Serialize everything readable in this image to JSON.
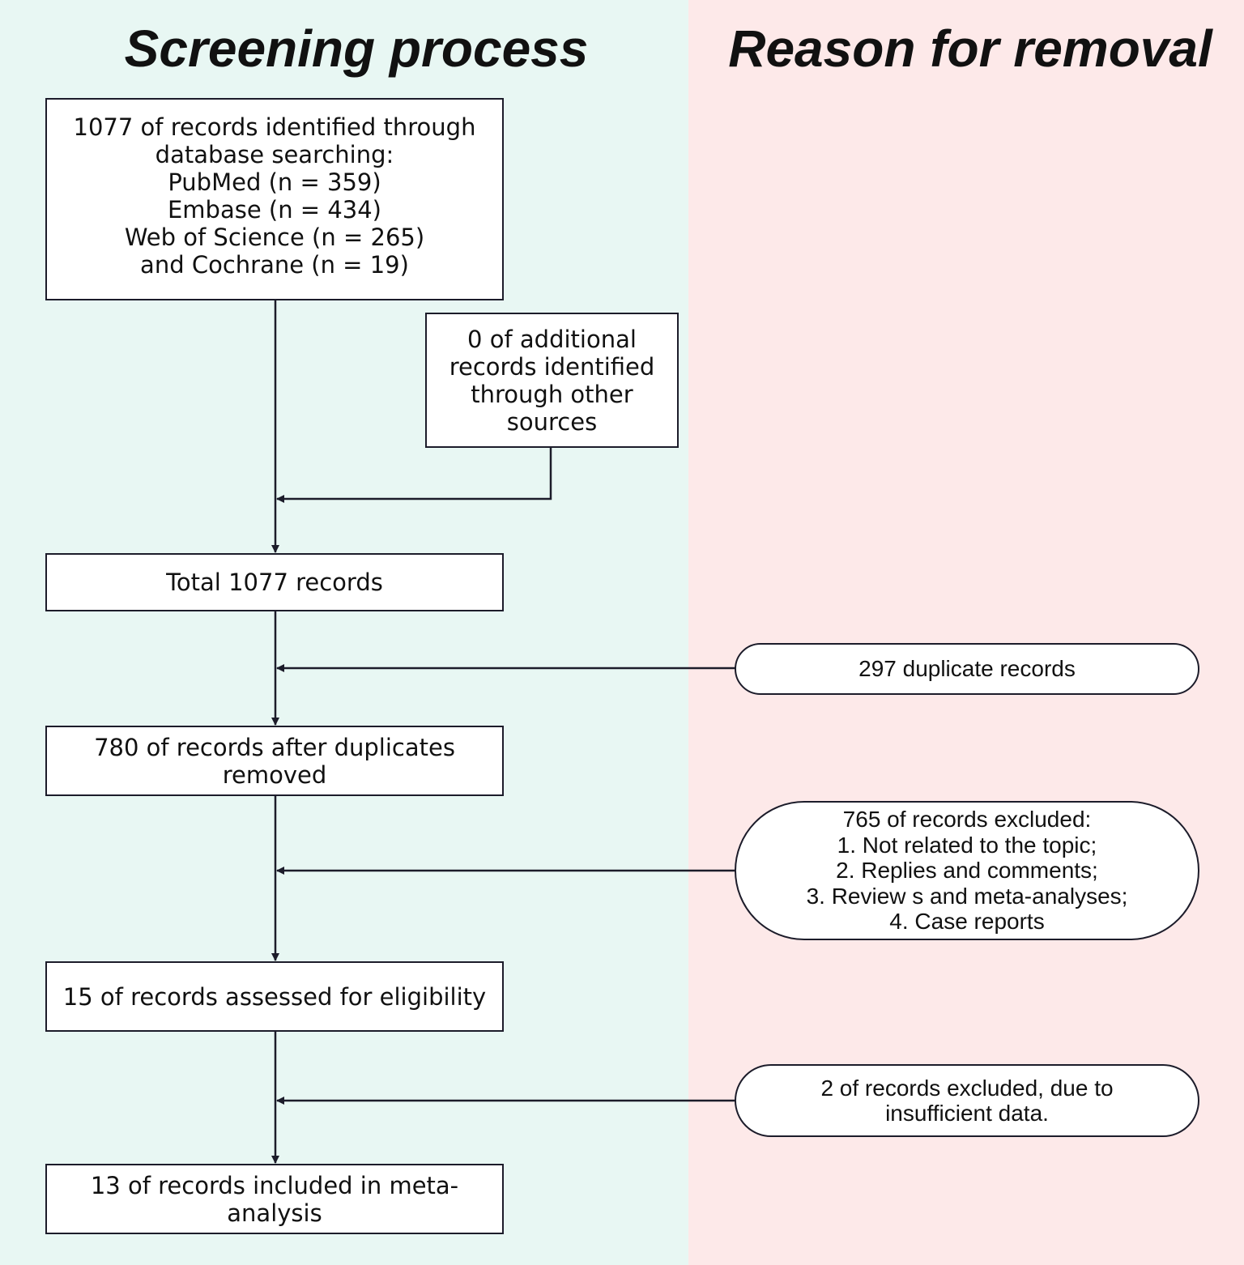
{
  "headings": {
    "left": "Screening process",
    "right": "Reason for removal"
  },
  "colors": {
    "left_panel": "#e8f7f3",
    "right_panel": "#fde9e9",
    "border": "#1c1c2a"
  },
  "screening": {
    "identified": "1077 of records identified through\ndatabase searching:\nPubMed (n = 359)\nEmbase (n = 434)\nWeb of Science (n = 265)\nand Cochrane (n = 19)",
    "additional": "0 of additional\nrecords identified\nthrough other\nsources",
    "total": "Total 1077 records",
    "after_duplicates": "780 of records after duplicates\nremoved",
    "assessed": "15 of records assessed for eligibility",
    "included": "13 of records included in meta-\nanalysis"
  },
  "removal": {
    "duplicates": "297 duplicate records",
    "excluded": "765 of records excluded:\n1. Not related to the topic;\n2. Replies and comments;\n3. Review s and meta-analyses;\n4. Case reports",
    "insufficient": "2 of records excluded, due to\ninsufficient data."
  }
}
